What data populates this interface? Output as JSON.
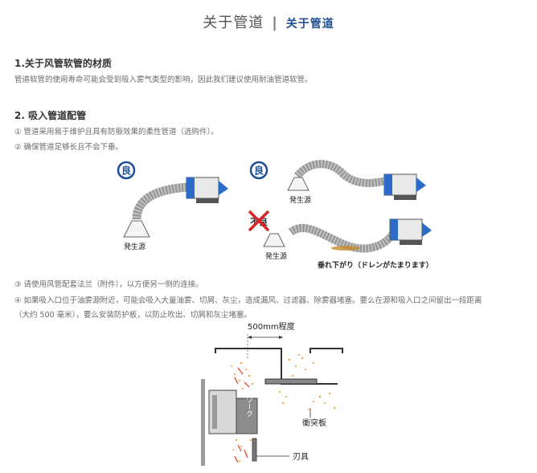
{
  "header": {
    "title": "关于管道",
    "separator": "|",
    "subtitle": "关于管道"
  },
  "section1": {
    "heading": "1.关于风管软管的材质",
    "text": "管道软管的使用寿命可能会受到吸入雾气类型的影响，因此我们建议使用耐油管道软管。"
  },
  "section2": {
    "heading": "2. 吸入管道配管",
    "items": [
      "① 管道采用易于维护且具有防振效果的柔性管道（选购件）。",
      "② 确保管道足够长且不会下垂。"
    ]
  },
  "illustration1": {
    "good_badge": "良",
    "good_badge_2": "良",
    "bad_badge": "不良",
    "source_label_1": "発生源",
    "source_label_2": "発生源",
    "source_label_3": "発生源",
    "sag_caption": "垂れ下がり（ドレンがたまります）"
  },
  "section3": {
    "items": [
      "③ 请使用风管配套法兰（附件），以方便另一侧的连接。",
      "④ 如果吸入口位于油雾源附近，可能会吸入大量油雾、切屑、灰尘，造成漏风、过滤器、除雾器堵塞。要么在源和吸入口之间留出一段距离",
      "（大约 500 毫米），要么安装防护板，以防止吹出、切屑和灰尘堵塞。"
    ]
  },
  "illustration2": {
    "distance_label": "500mm程度",
    "work_label": "ワーク",
    "plate_label": "衝突板",
    "blade_label": "刃具"
  },
  "colors": {
    "blue": "#2a6cc8",
    "dark_blue": "#1d4f96",
    "orange": "#f2a23a",
    "gray_hose": "#b9b9b9",
    "red_x": "#d6262c"
  }
}
